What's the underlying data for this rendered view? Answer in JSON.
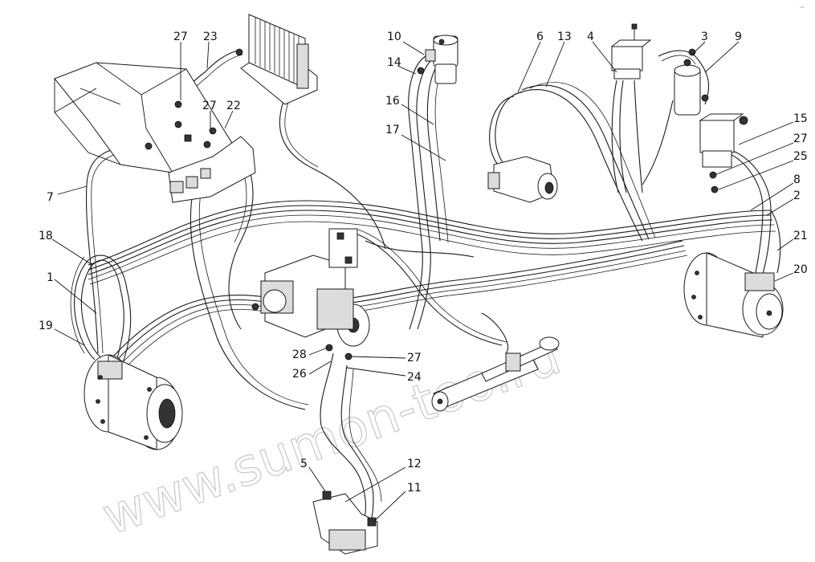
{
  "watermark": "www.sumon-too.ru",
  "corner_mark": "~",
  "callouts": {
    "c1": "1",
    "c2": "2",
    "c3": "3",
    "c4": "4",
    "c5": "5",
    "c6": "6",
    "c7": "7",
    "c8": "8",
    "c9": "9",
    "c10": "10",
    "c11": "11",
    "c12": "12",
    "c13": "13",
    "c14": "14",
    "c15": "15",
    "c16": "16",
    "c17": "17",
    "c18": "18",
    "c19": "19",
    "c20": "20",
    "c21": "21",
    "c22": "22",
    "c23": "23",
    "c24": "24",
    "c25": "25",
    "c26": "26",
    "c27a": "27",
    "c27b": "27",
    "c27c": "27",
    "c27d": "27",
    "c28": "28"
  }
}
